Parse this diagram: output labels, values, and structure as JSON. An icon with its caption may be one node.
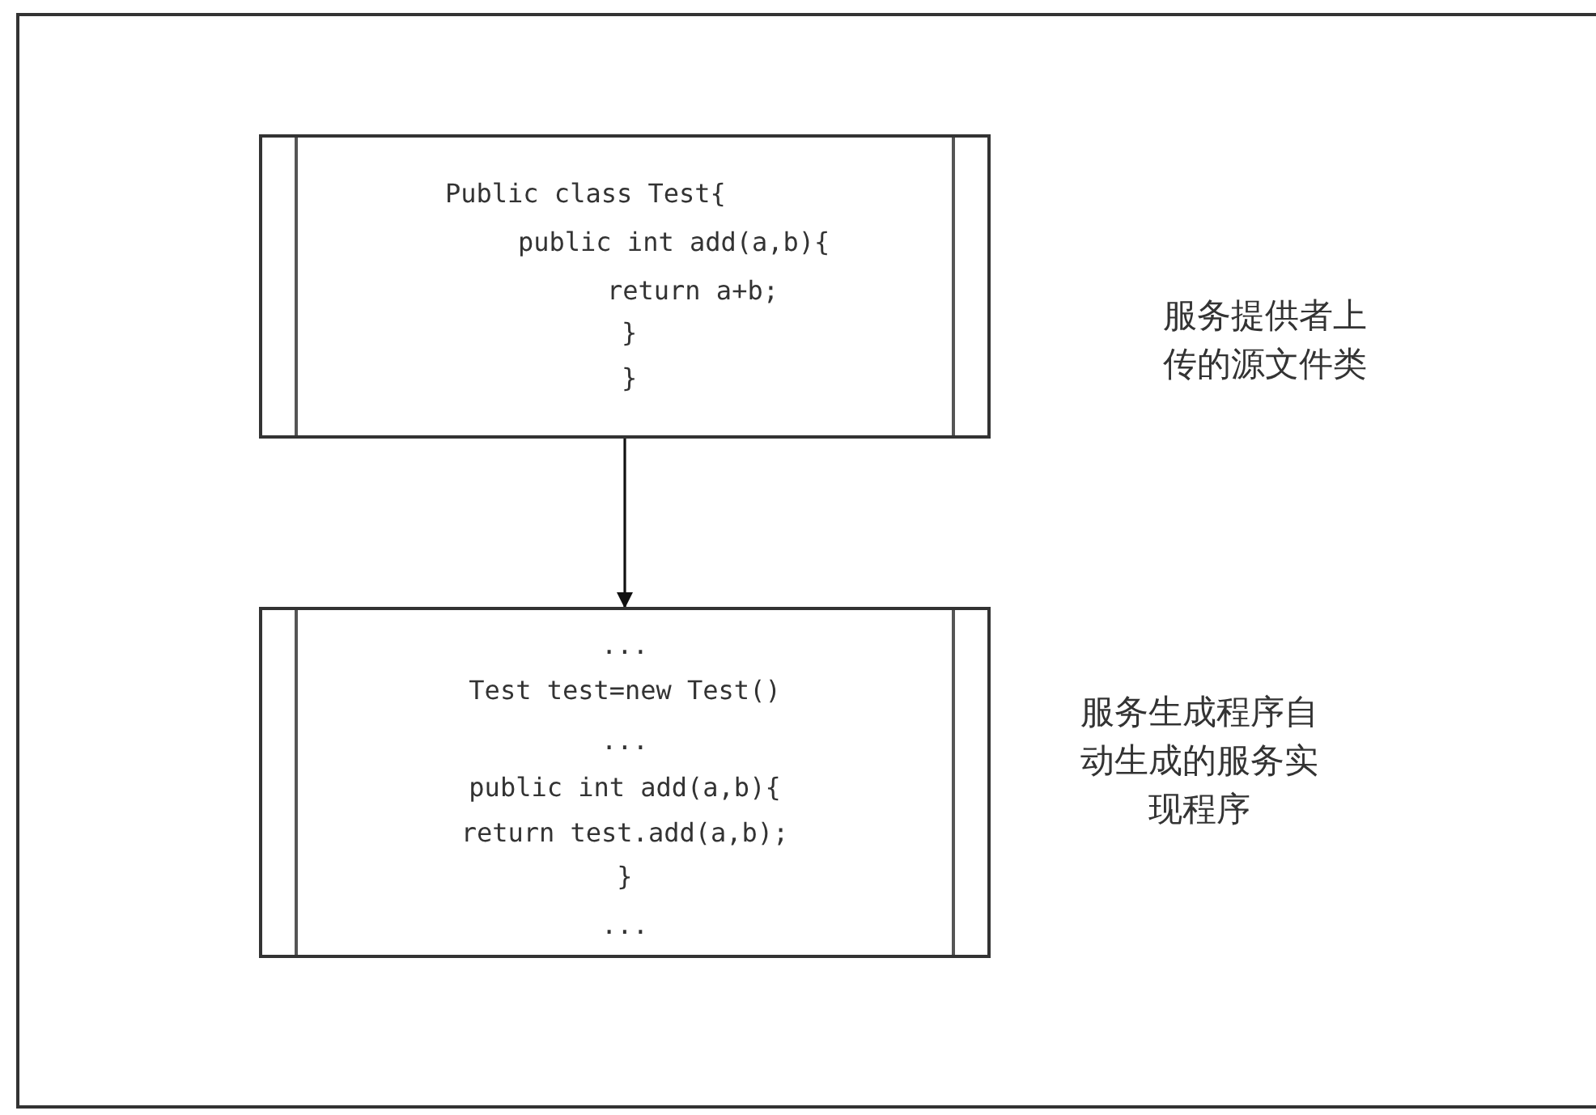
{
  "diagram": {
    "nodes": [
      {
        "text": [
          "Public class Test{",
          "public int add(a,b){",
          "return a+b;",
          "}",
          "}"
        ]
      },
      {
        "text": [
          "...",
          "Test test=new Test()",
          "...",
          "public int add(a,b){",
          "return test.add(a,b);",
          "}",
          "..."
        ]
      }
    ],
    "edges": [
      {
        "from": 0,
        "to": 1,
        "arrow": "to"
      }
    ],
    "labels": [
      "服务提供者上传的源文件类",
      "服务生成程序自动生成的服务实现程序"
    ]
  }
}
